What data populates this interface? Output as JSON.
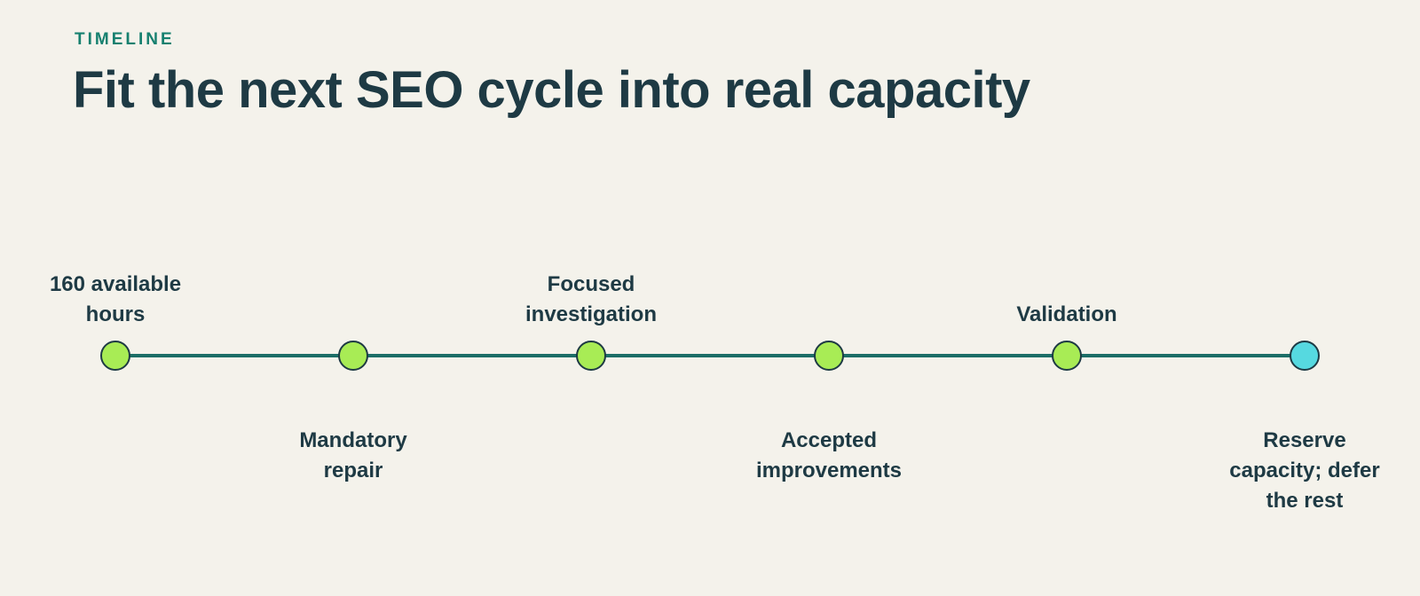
{
  "header": {
    "eyebrow": "TIMELINE",
    "title": "Fit the next SEO cycle into real capacity"
  },
  "colors": {
    "track": "#1c6e67",
    "node_default": "#a8ec55",
    "node_final": "#56d9e0",
    "accent": "#16806f"
  },
  "timeline": [
    {
      "position": "above",
      "lines": [
        "160 available",
        "hours"
      ],
      "color": "#a8ec55"
    },
    {
      "position": "below",
      "lines": [
        "Mandatory",
        "repair"
      ],
      "color": "#a8ec55"
    },
    {
      "position": "above",
      "lines": [
        "Focused",
        "investigation"
      ],
      "color": "#a8ec55"
    },
    {
      "position": "below",
      "lines": [
        "Accepted",
        "improvements"
      ],
      "color": "#a8ec55"
    },
    {
      "position": "above",
      "lines": [
        "Validation"
      ],
      "color": "#a8ec55"
    },
    {
      "position": "below",
      "lines": [
        "Reserve",
        "capacity; defer",
        "the rest"
      ],
      "color": "#56d9e0"
    }
  ]
}
